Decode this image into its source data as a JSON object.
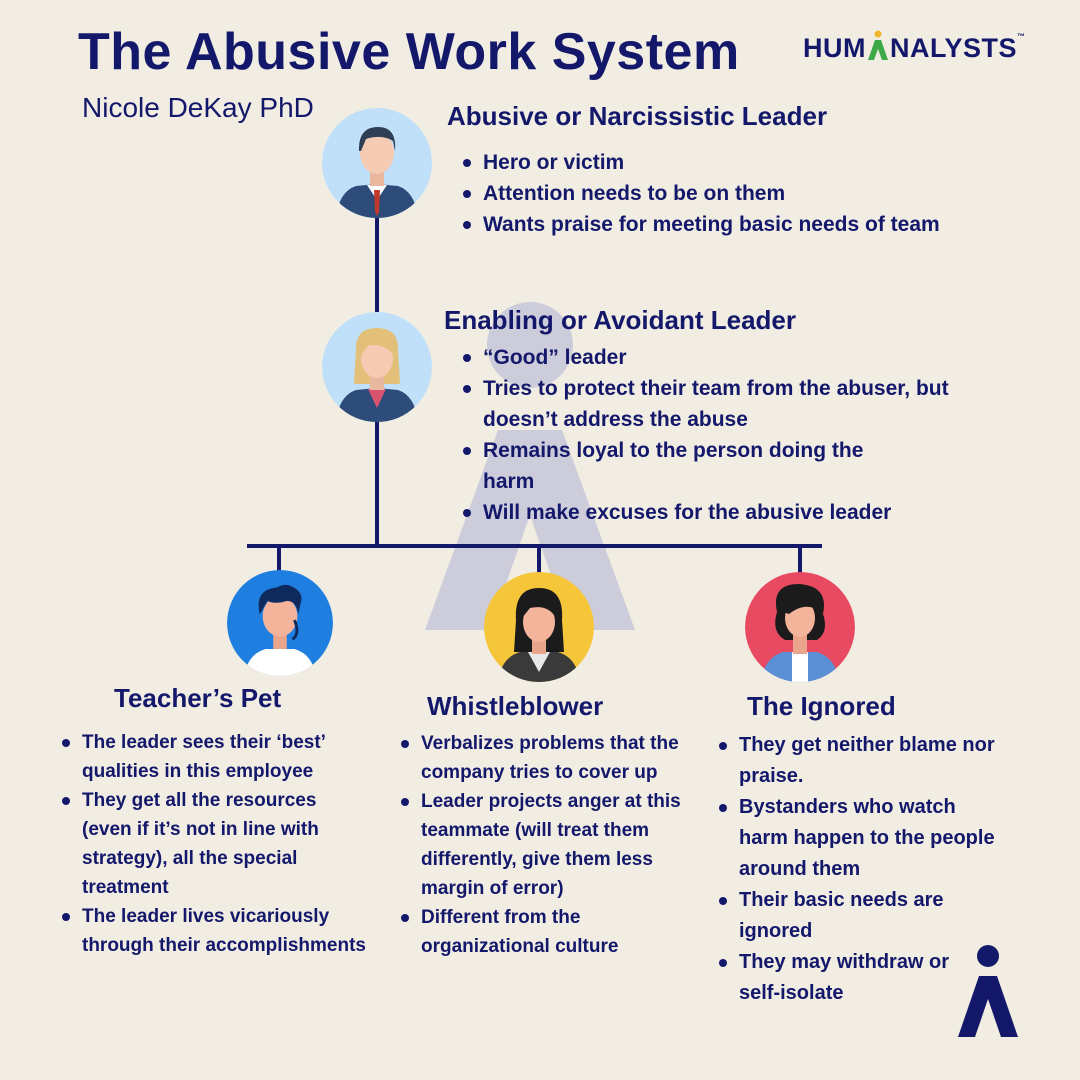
{
  "title": "The Abusive Work System",
  "author": "Nicole DeKay PhD",
  "brand": {
    "name_before": "HUM",
    "name_after": "NALYSTS",
    "trademark": "™",
    "colors": {
      "navy": "#14186B",
      "accent": "#F2B62B",
      "green": "#3DA848"
    }
  },
  "colors": {
    "background": "#F1EDE3",
    "text": "#14186B",
    "lines": "#14186B",
    "watermark": "#C5C5D8"
  },
  "nodes": {
    "abusive_leader": {
      "title": "Abusive or Narcissistic Leader",
      "avatar": "male-suit-avatar",
      "bullets": [
        "Hero or victim",
        "Attention needs to be on them",
        "Wants praise for meeting basic needs of team"
      ]
    },
    "enabling_leader": {
      "title": "Enabling or Avoidant Leader",
      "avatar": "female-blonde-avatar",
      "bullets": [
        "“Good” leader",
        "Tries to protect their team from the abuser, but doesn’t address the abuse",
        "Remains loyal to the person doing the harm",
        "Will make excuses for the abusive leader"
      ]
    },
    "teachers_pet": {
      "title": "Teacher’s Pet",
      "avatar": "male-curly-hair-avatar",
      "bullets": [
        "The leader sees their ‘best’ qualities in this employee",
        "They get all the resources (even if it’s not in line with strategy), all the special treatment",
        "The leader lives vicariously through their accomplishments"
      ]
    },
    "whistleblower": {
      "title": "Whistleblower",
      "avatar": "female-dark-hair-avatar",
      "bullets": [
        "Verbalizes problems that the company tries to cover up",
        "Leader projects anger at this teammate (will treat them differently, give them less margin of error)",
        "Different from the organizational culture"
      ]
    },
    "the_ignored": {
      "title": "The Ignored",
      "avatar": "female-curly-hair-avatar",
      "bullets": [
        "They get neither blame nor praise.",
        "Bystanders who watch harm happen to the people around them",
        "Their basic needs are ignored",
        "They may withdraw or self-isolate"
      ]
    }
  },
  "decorations": {
    "watermark": "humanalysts-figure-icon",
    "corner_logo": "humanalysts-figure-icon"
  }
}
